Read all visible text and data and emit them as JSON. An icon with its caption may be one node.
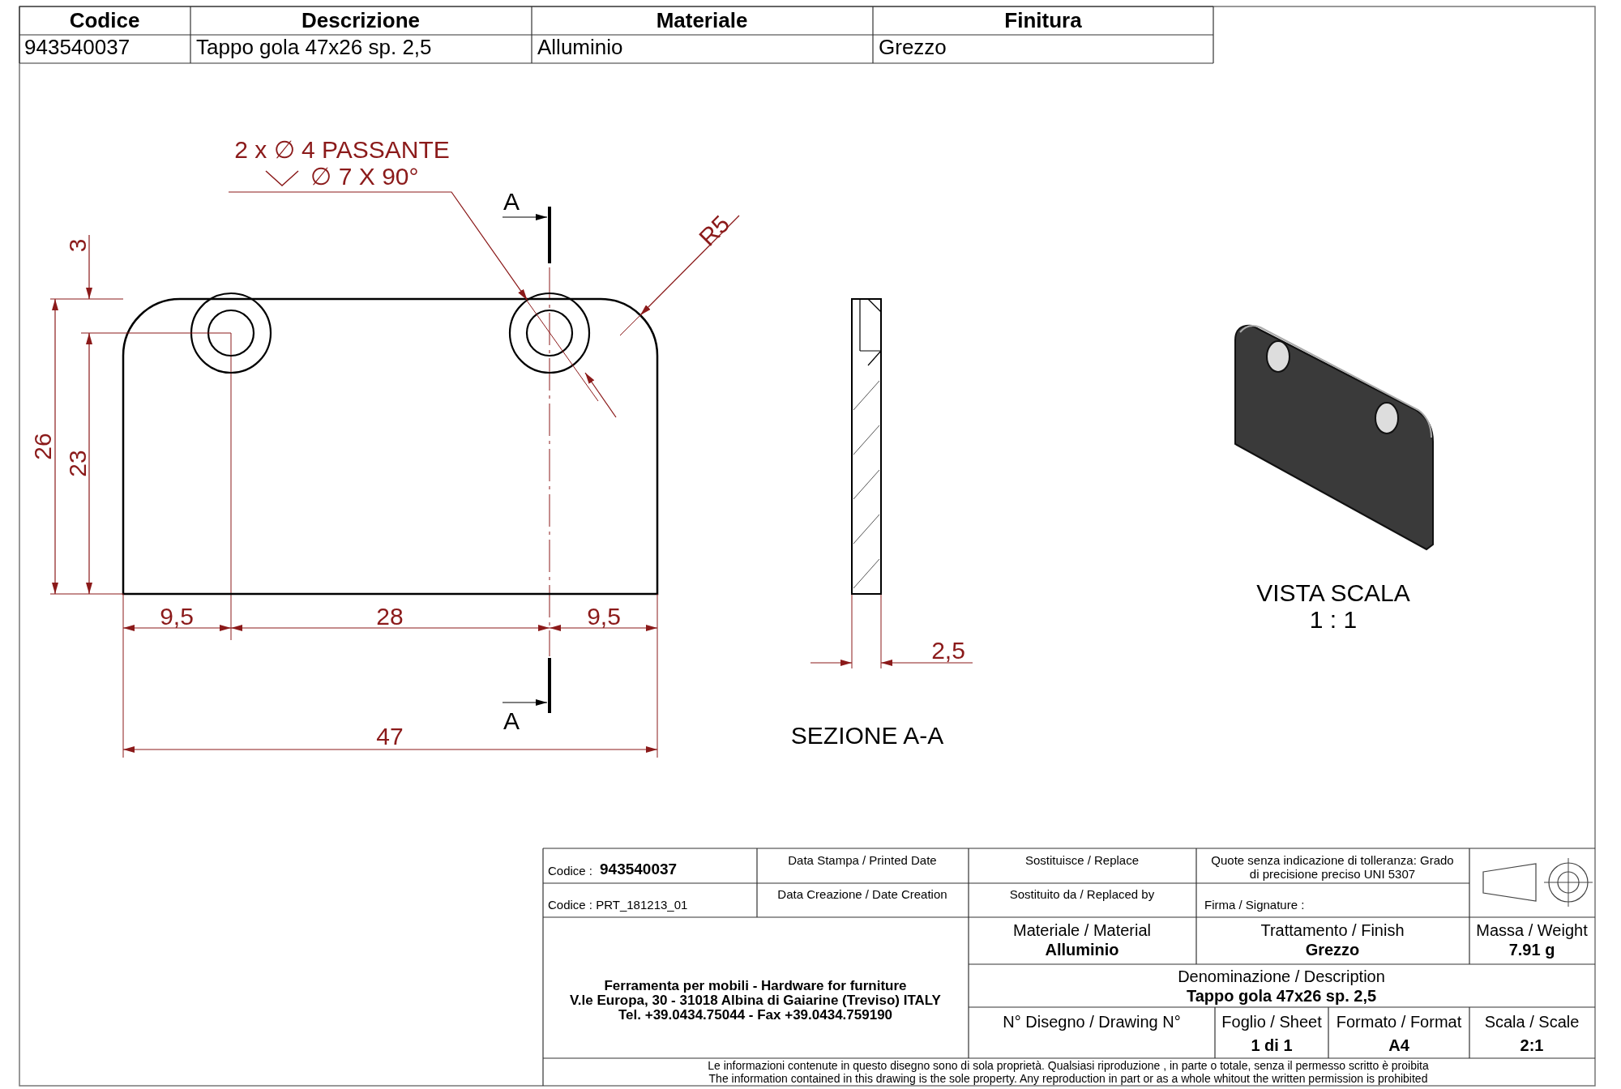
{
  "diagram": {
    "nodes": [
      {
        "text": [
          "2 x ∅ 4 PASSANTE",
          "∅ 7 X 90°"
        ]
      },
      {
        "text": [],
        "shape": "circle"
      },
      {
        "text": [],
        "shape": "circle"
      },
      {
        "text": [
          "R5"
        ]
      }
    ],
    "edges": [
      {
        "from": 0,
        "to": 2,
        "arrow": "to"
      },
      {
        "from": 3,
        "to": null,
        "arrow": "to"
      }
    ],
    "labels": [
      "Codice",
      "Descrizione",
      "Materiale",
      "Finitura",
      "943540037",
      "Tappo gola 47x26 sp. 2,5",
      "Alluminio",
      "Grezzo",
      "3",
      "26",
      "23",
      "9,5",
      "28",
      "9,5",
      "47",
      "A",
      "A",
      "2,5",
      "SEZIONE A-A",
      "VISTA SCALA 1 : 1",
      "Codice :",
      "943540037",
      "Data Stampa / Printed Date",
      "Sostituisce / Replace",
      "Quote senza indicazione di tolleranza: Grado di precisione preciso UNI 5307",
      "Codice : PRT_181213_01",
      "Data Creazione / Date Creation",
      "Sostituito da / Replaced by",
      "Firma / Signature :",
      "Ferramenta per mobili - Hardware for furniture",
      "V.le Europa, 30 - 31018 Albina di Gaiarine (Treviso) ITALY",
      "Tel. +39.0434.75044 - Fax +39.0434.759190",
      "Materiale / Material",
      "Alluminio",
      "Trattamento / Finish",
      "Grezzo",
      "Massa / Weight",
      "7.91 g",
      "Denominazione / Description",
      "Tappo gola 47x26 sp. 2,5",
      "N° Disegno / Drawing N°",
      "Foglio / Sheet",
      "1 di 1",
      "Formato / Format",
      "A4",
      "Scala / Scale",
      "2:1",
      "Le informazioni contenute in questo disegno sono di sola proprietà. Qualsiasi riproduzione , in parte o totale, senza il permesso scritto è proibita",
      "The information contained in this drawing is the sole property. Any reproduction in part or as a whole whitout the written permission is prohibited"
    ]
  }
}
